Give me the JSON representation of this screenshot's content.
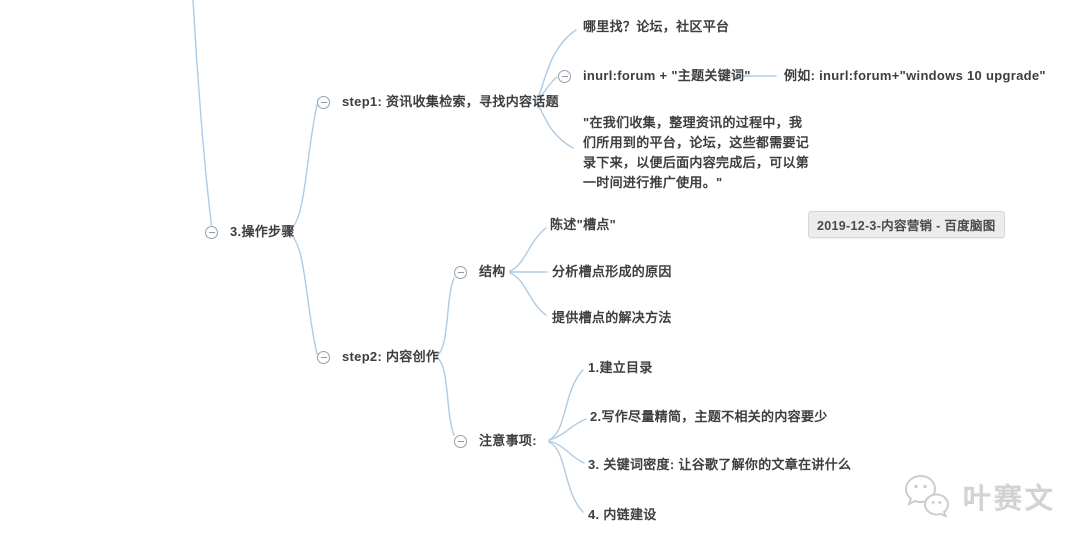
{
  "canvas": {
    "background": "#ffffff"
  },
  "colors": {
    "connector_line": "#aecbe5",
    "node_text": "#3e3e3e",
    "collapse_icon_border": "#95a0aa",
    "badge_background": "#ececec",
    "badge_border": "#d6d6d6",
    "badge_text": "#4a4a4a",
    "watermark_gray": "#d2d2d2"
  },
  "mindmap": {
    "nodes": {
      "root": {
        "label": "3.操作步骤",
        "collapsed": false
      },
      "step1": {
        "label": "step1: 资讯收集检索，寻找内容话题",
        "collapsed": false
      },
      "where_to_find": {
        "label": "哪里找？论坛，社区平台"
      },
      "inurl": {
        "label": "inurl:forum + \"主题关键词\"",
        "collapsed": false
      },
      "inurl_example": {
        "label": "例如: inurl:forum+\"windows 10 upgrade\""
      },
      "quote": {
        "label": "\"在我们收集，整理资讯的过程中，我们所用到的平台，论坛，这些都需要记录下来，以便后面内容完成后，可以第一时间进行推广使用。\""
      },
      "step2": {
        "label": "step2: 内容创作",
        "collapsed": false
      },
      "structure": {
        "label": "结构",
        "collapsed": false
      },
      "structure_child_1": {
        "label": "陈述\"槽点\""
      },
      "structure_child_2": {
        "label": "分析槽点形成的原因"
      },
      "structure_child_3": {
        "label": "提供槽点的解决方法"
      },
      "notes": {
        "label": "注意事项:",
        "collapsed": false
      },
      "notes_child_1": {
        "label": "1.建立目录"
      },
      "notes_child_2": {
        "label": "2.写作尽量精简，主题不相关的内容要少"
      },
      "notes_child_3": {
        "label": "3. 关键词密度: 让谷歌了解你的文章在讲什么"
      },
      "notes_child_4": {
        "label": "4. 内链建设"
      }
    }
  },
  "badge": {
    "label": "2019-12-3-内容营销 - 百度脑图"
  },
  "watermark": {
    "label": "叶赛文",
    "icon": "wechat-logo-icon"
  }
}
